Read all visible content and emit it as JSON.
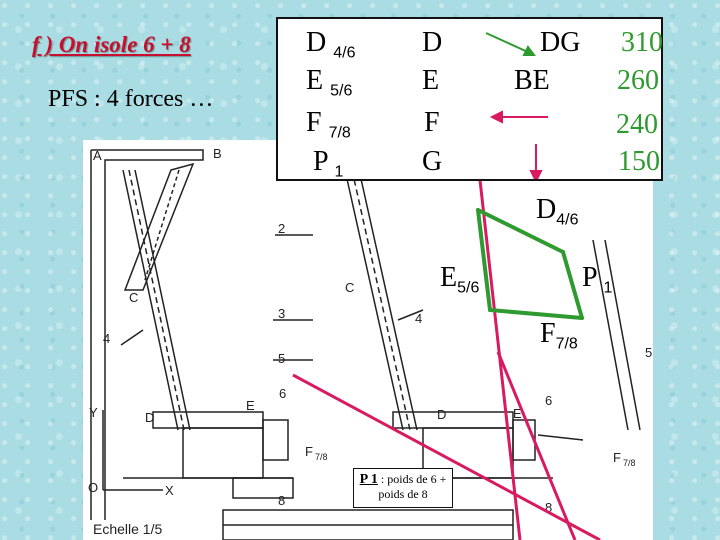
{
  "slide": {
    "title": "f ) On isole 6 + 8",
    "subtitle": "PFS : 4 forces …"
  },
  "table": {
    "rows": [
      {
        "force": "D",
        "sub": "4/6",
        "point": "D",
        "direction": "DG",
        "value": "310"
      },
      {
        "force": "E",
        "sub": "5/6",
        "point": "E",
        "direction": "BE",
        "value": "260"
      },
      {
        "force": "F",
        "sub": "7/8",
        "point": "F",
        "direction": "",
        "value": "240"
      },
      {
        "force": "P",
        "sub": "1",
        "point": "G",
        "direction": "",
        "value": "150"
      }
    ]
  },
  "polygon_labels": {
    "d": {
      "main": "D",
      "sub": "4/6"
    },
    "e": {
      "main": "E",
      "sub": "5/6"
    },
    "p": {
      "main": "P",
      "sub": "1"
    },
    "f": {
      "main": "F",
      "sub": "7/8"
    }
  },
  "p1_note": {
    "label": "P 1",
    "text": ": poids de 6 + poids de 8"
  },
  "drawing": {
    "letters": [
      "A",
      "B",
      "2",
      "C",
      "C",
      "3",
      "4",
      "4",
      "5",
      "5",
      "6",
      "6",
      "D",
      "E",
      "D",
      "E",
      "Y",
      "X",
      "O",
      "8",
      "8",
      "F",
      "F",
      "7/8",
      "7/8"
    ],
    "scale": "Echelle 1/5"
  },
  "colors": {
    "accent": "#c8102e",
    "green": "#2f9a2f",
    "magenta": "#d81b60"
  }
}
